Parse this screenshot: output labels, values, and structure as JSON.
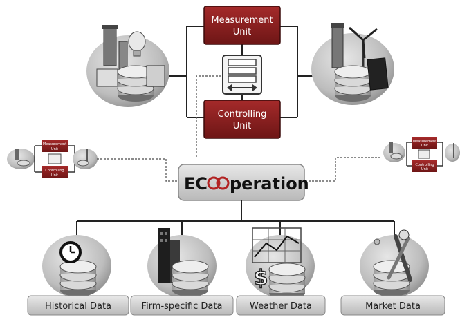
{
  "top_boxes": {
    "measurement": [
      "Measurement",
      "Unit"
    ],
    "controlling": [
      "Controlling",
      "Unit"
    ]
  },
  "center": {
    "prefix": "EC",
    "suffix": "peration"
  },
  "small_diagram": {
    "measurement": [
      "Measurement",
      "Unit"
    ],
    "controlling": [
      "Controlling",
      "Unit"
    ]
  },
  "data_sources": [
    {
      "label": "Historical Data",
      "icon": "clock-icon"
    },
    {
      "label": "Firm-specific Data",
      "icon": "building-icon"
    },
    {
      "label": "Weather Data",
      "icon": "weather-chart-icon"
    },
    {
      "label": "Market Data",
      "icon": "market-tools-icon"
    }
  ],
  "colors": {
    "dark_red": "#8a1f1f",
    "gray_pill": "#cfcfcf",
    "circle": "#bdbdbd"
  }
}
